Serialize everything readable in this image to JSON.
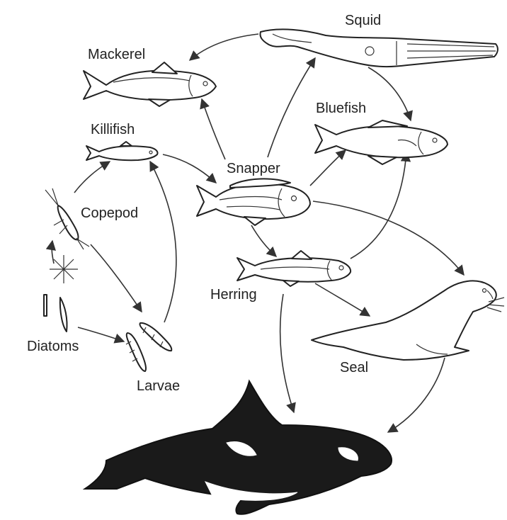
{
  "labels": {
    "squid": "Squid",
    "mackerel": "Mackerel",
    "bluefish": "Bluefish",
    "killifish": "Killifish",
    "snapper": "Snapper",
    "copepod": "Copepod",
    "herring": "Herring",
    "diatoms": "Diatoms",
    "seal": "Seal",
    "larvae": "Larvae"
  },
  "food_chain_links": [
    {
      "from": "Squid",
      "to": "Mackerel"
    },
    {
      "from": "Squid",
      "to": "Bluefish"
    },
    {
      "from": "Snapper",
      "to": "Mackerel"
    },
    {
      "from": "Snapper",
      "to": "Squid"
    },
    {
      "from": "Snapper",
      "to": "Bluefish"
    },
    {
      "from": "Snapper",
      "to": "Herring"
    },
    {
      "from": "Snapper",
      "to": "Seal"
    },
    {
      "from": "Killifish",
      "to": "Snapper"
    },
    {
      "from": "Copepod",
      "to": "Killifish"
    },
    {
      "from": "Copepod",
      "to": "Larvae"
    },
    {
      "from": "Diatoms",
      "to": "Copepod"
    },
    {
      "from": "Diatoms",
      "to": "Larvae"
    },
    {
      "from": "Larvae",
      "to": "Killifish"
    },
    {
      "from": "Herring",
      "to": "Bluefish"
    },
    {
      "from": "Herring",
      "to": "Seal"
    },
    {
      "from": "Herring",
      "to": "Orca"
    },
    {
      "from": "Seal",
      "to": "Orca"
    }
  ]
}
